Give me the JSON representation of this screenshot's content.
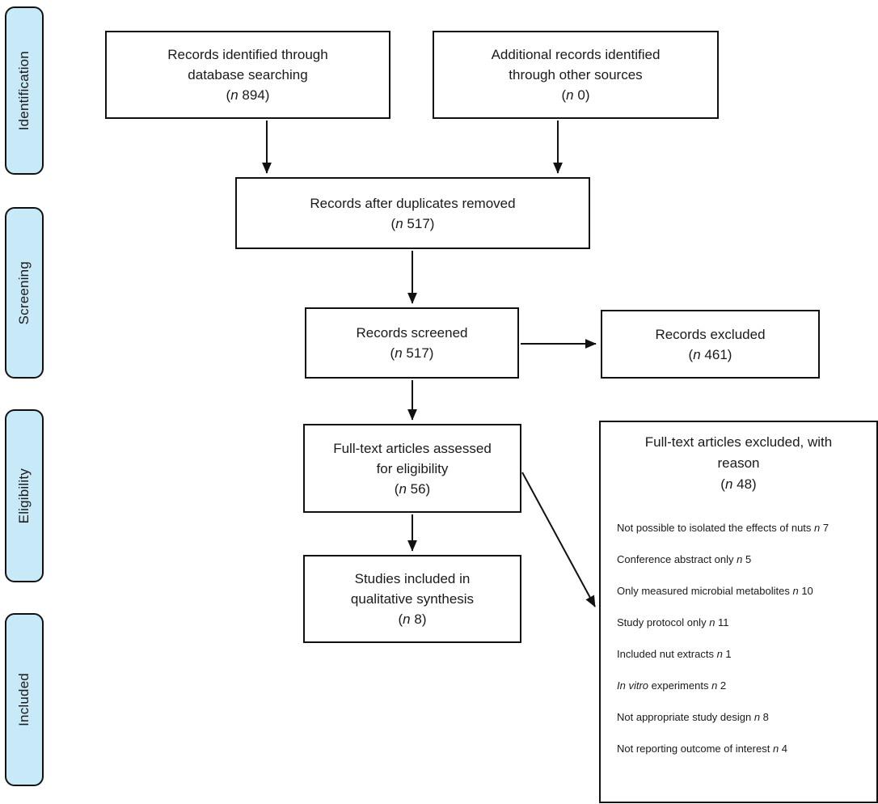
{
  "labels": {
    "n": "n"
  },
  "stages": [
    {
      "label": "Identification"
    },
    {
      "label": "Screening"
    },
    {
      "label": "Eligibility"
    },
    {
      "label": "Included"
    }
  ],
  "flow": {
    "identified": {
      "lines": [
        "Records identified through",
        "database searching"
      ],
      "count": "894"
    },
    "additional": {
      "lines": [
        "Additional records identified",
        "through other sources"
      ],
      "count": "0"
    },
    "duplicates": {
      "lines": [
        "Records after duplicates removed"
      ],
      "count": "517"
    },
    "screened": {
      "lines": [
        "Records screened"
      ],
      "count": "517"
    },
    "excluded": {
      "lines": [
        "Records excluded"
      ],
      "count": "461"
    },
    "fulltext": {
      "lines": [
        "Full-text articles assessed",
        "for eligibility"
      ],
      "count": "56"
    },
    "included_studies": {
      "lines": [
        "Studies included in",
        "qualitative synthesis"
      ],
      "count": "8"
    }
  },
  "exclusion": {
    "lines": [
      "Full-text articles excluded, with",
      "reason"
    ],
    "count": "48",
    "reasons": [
      {
        "text": "Not possible to isolated the effects of nuts",
        "count": "7"
      },
      {
        "text": "Conference abstract only",
        "count": "5"
      },
      {
        "text": "Only measured microbial metabolites",
        "count": "10"
      },
      {
        "text": "Study protocol only",
        "count": "11"
      },
      {
        "text": "Included nut extracts",
        "count": "1"
      },
      {
        "italic_lead": "In vitro",
        "text": "experiments",
        "count": "2"
      },
      {
        "text": "Not appropriate study design",
        "count": "8"
      },
      {
        "text": "Not reporting outcome of interest",
        "count": "4"
      }
    ]
  },
  "colors": {
    "stage_fill": "#c8e9f8",
    "line": "#111111"
  }
}
